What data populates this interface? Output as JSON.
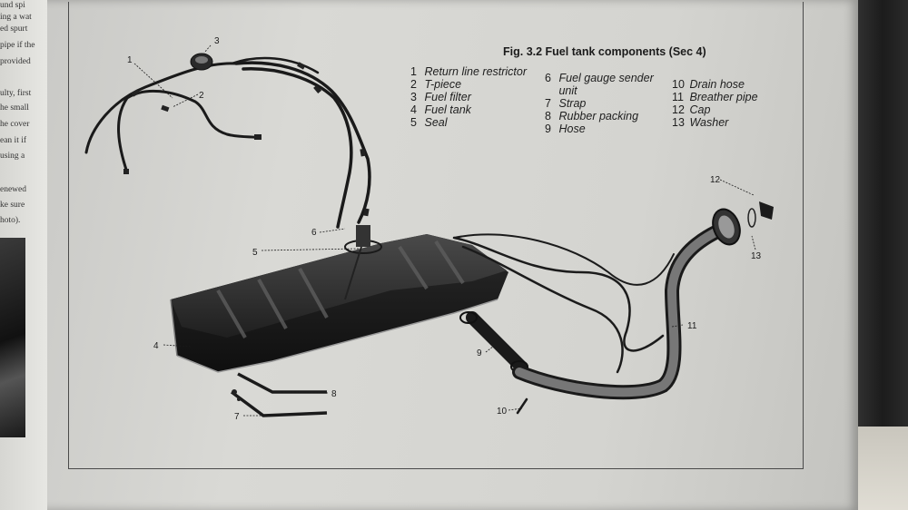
{
  "figure": {
    "title": "Fig. 3.2 Fuel tank components (Sec 4)"
  },
  "legend": {
    "col1": [
      {
        "num": "1",
        "text": "Return line restrictor"
      },
      {
        "num": "2",
        "text": "T-piece"
      },
      {
        "num": "3",
        "text": "Fuel filter"
      },
      {
        "num": "4",
        "text": "Fuel tank"
      },
      {
        "num": "5",
        "text": "Seal"
      }
    ],
    "col2": [
      {
        "num": "6",
        "text": "Fuel gauge sender"
      },
      {
        "num": "",
        "text": "unit"
      },
      {
        "num": "7",
        "text": "Strap"
      },
      {
        "num": "8",
        "text": "Rubber packing"
      },
      {
        "num": "9",
        "text": "Hose"
      }
    ],
    "col3": [
      {
        "num": "10",
        "text": "Drain hose"
      },
      {
        "num": "11",
        "text": "Breather pipe"
      },
      {
        "num": "12",
        "text": "Cap"
      },
      {
        "num": "13",
        "text": "Washer"
      }
    ]
  },
  "callouts": [
    "1",
    "2",
    "3",
    "4",
    "5",
    "6",
    "7",
    "8",
    "9",
    "10",
    "11",
    "12",
    "13"
  ],
  "left_page_text": [
    "und spi",
    "ing a wat",
    "ed spurt",
    "pipe if the",
    "provided",
    "ulty, first",
    "he small",
    "he cover",
    "ean it if",
    "using a",
    "enewed",
    "ke sure",
    "hoto)."
  ]
}
